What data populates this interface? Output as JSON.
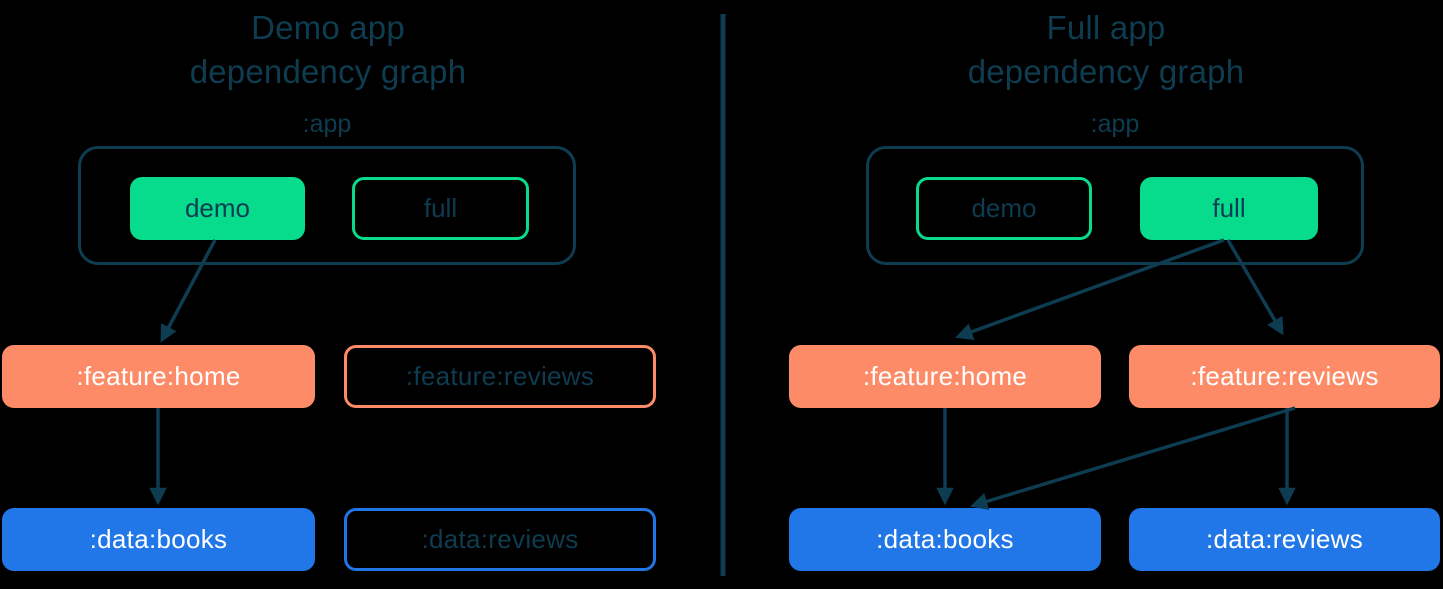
{
  "colors": {
    "background": "#000000",
    "navy": "#0e3c50",
    "green": "#06dc8c",
    "orange": "#fd8b67",
    "blue": "#2176e8",
    "white_text": "#ffffff"
  },
  "panels": {
    "demo": {
      "title_line1": "Demo app",
      "title_line2": "dependency graph",
      "app_group_label": ":app",
      "active_flavor": "demo",
      "flavors": {
        "demo": "demo",
        "full": "full"
      },
      "modules": {
        "feature_home": ":feature:home",
        "feature_reviews": ":feature:reviews",
        "data_books": ":data:books",
        "data_reviews": ":data:reviews"
      },
      "edges": [
        {
          "from": "demo",
          "to": ":feature:home"
        },
        {
          "from": ":feature:home",
          "to": ":data:books"
        }
      ]
    },
    "full": {
      "title_line1": "Full app",
      "title_line2": "dependency graph",
      "app_group_label": ":app",
      "active_flavor": "full",
      "flavors": {
        "demo": "demo",
        "full": "full"
      },
      "modules": {
        "feature_home": ":feature:home",
        "feature_reviews": ":feature:reviews",
        "data_books": ":data:books",
        "data_reviews": ":data:reviews"
      },
      "edges": [
        {
          "from": "full",
          "to": ":feature:home"
        },
        {
          "from": "full",
          "to": ":feature:reviews"
        },
        {
          "from": ":feature:home",
          "to": ":data:books"
        },
        {
          "from": ":feature:reviews",
          "to": ":data:books"
        },
        {
          "from": ":feature:reviews",
          "to": ":data:reviews"
        }
      ]
    }
  }
}
